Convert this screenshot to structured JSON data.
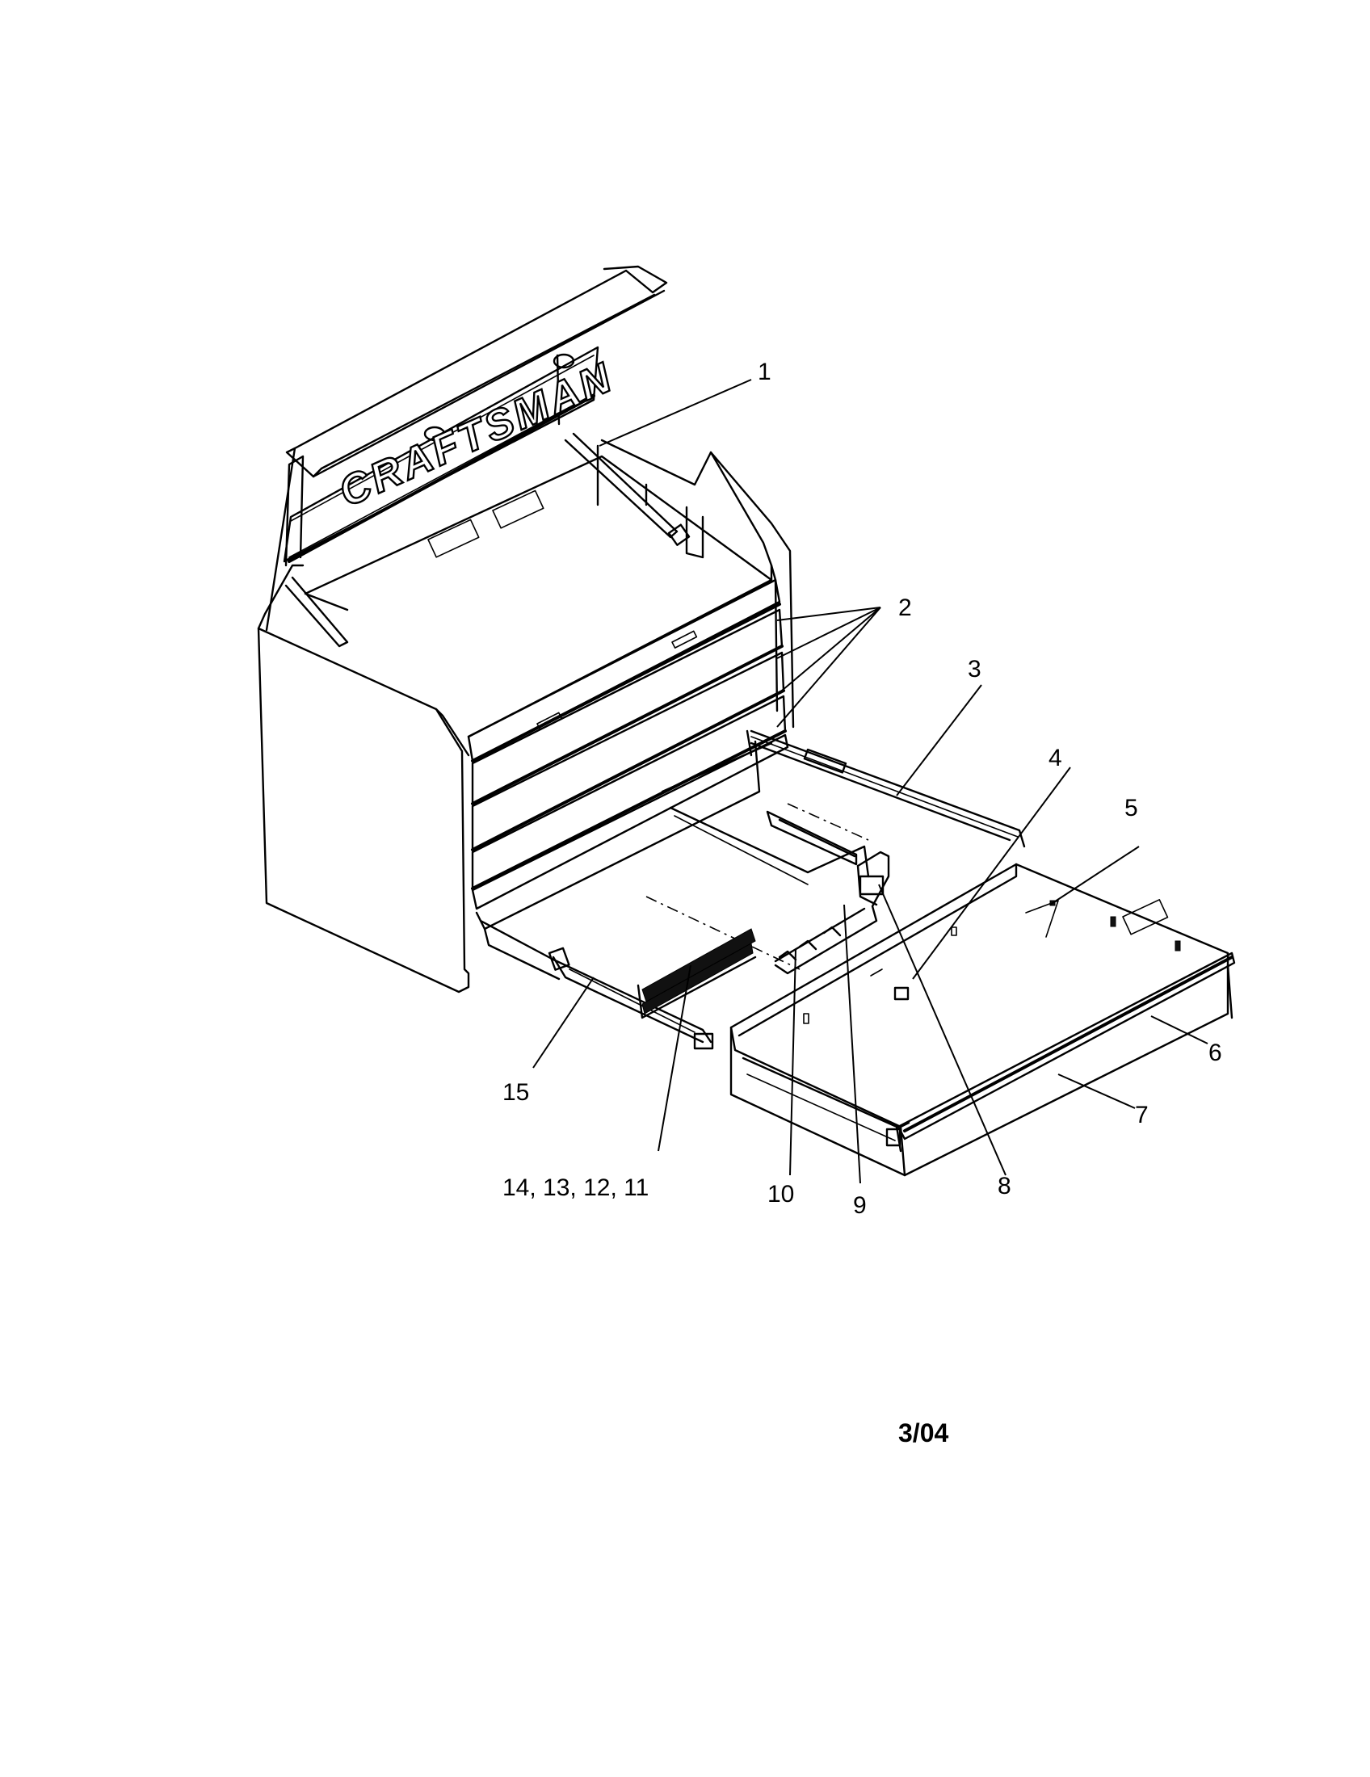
{
  "brand_logo": "CRAFTSMAN",
  "callouts": [
    {
      "id": "1",
      "label": "1"
    },
    {
      "id": "2",
      "label": "2"
    },
    {
      "id": "3",
      "label": "3"
    },
    {
      "id": "4",
      "label": "4"
    },
    {
      "id": "5",
      "label": "5"
    },
    {
      "id": "6",
      "label": "6"
    },
    {
      "id": "7",
      "label": "7"
    },
    {
      "id": "8",
      "label": "8"
    },
    {
      "id": "9",
      "label": "9"
    },
    {
      "id": "10",
      "label": "10"
    },
    {
      "id": "14-13-12-11",
      "label": "14, 13, 12, 11"
    },
    {
      "id": "15",
      "label": "15"
    }
  ],
  "footer": {
    "date_code": "3/04"
  }
}
